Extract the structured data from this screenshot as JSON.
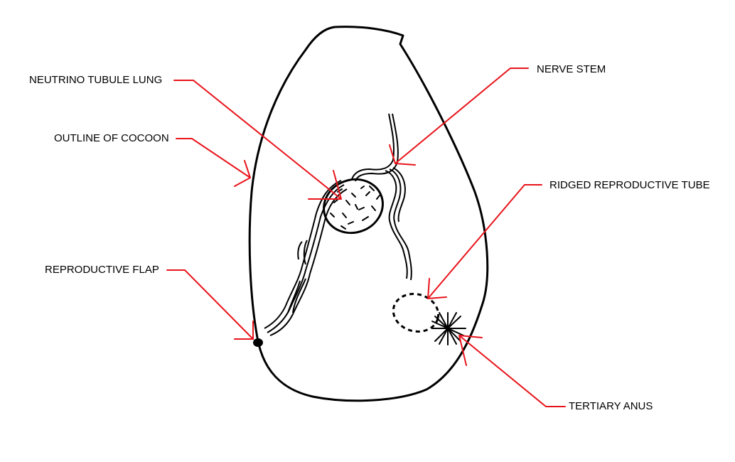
{
  "labels": {
    "neutrino_tubule_lung": "NEUTRINO TUBULE LUNG",
    "outline_of_cocoon": "OUTLINE OF COCOON",
    "reproductive_flap": "REPRODUCTIVE FLAP",
    "nerve_stem": "NERVE STEM",
    "ridged_reproductive_tube": "RIDGED REPRODUCTIVE TUBE",
    "tertiary_anus": "TERTIARY ANUS"
  },
  "colors": {
    "pointer": "#e8141b",
    "ink": "#000000",
    "background": "#ffffff"
  }
}
